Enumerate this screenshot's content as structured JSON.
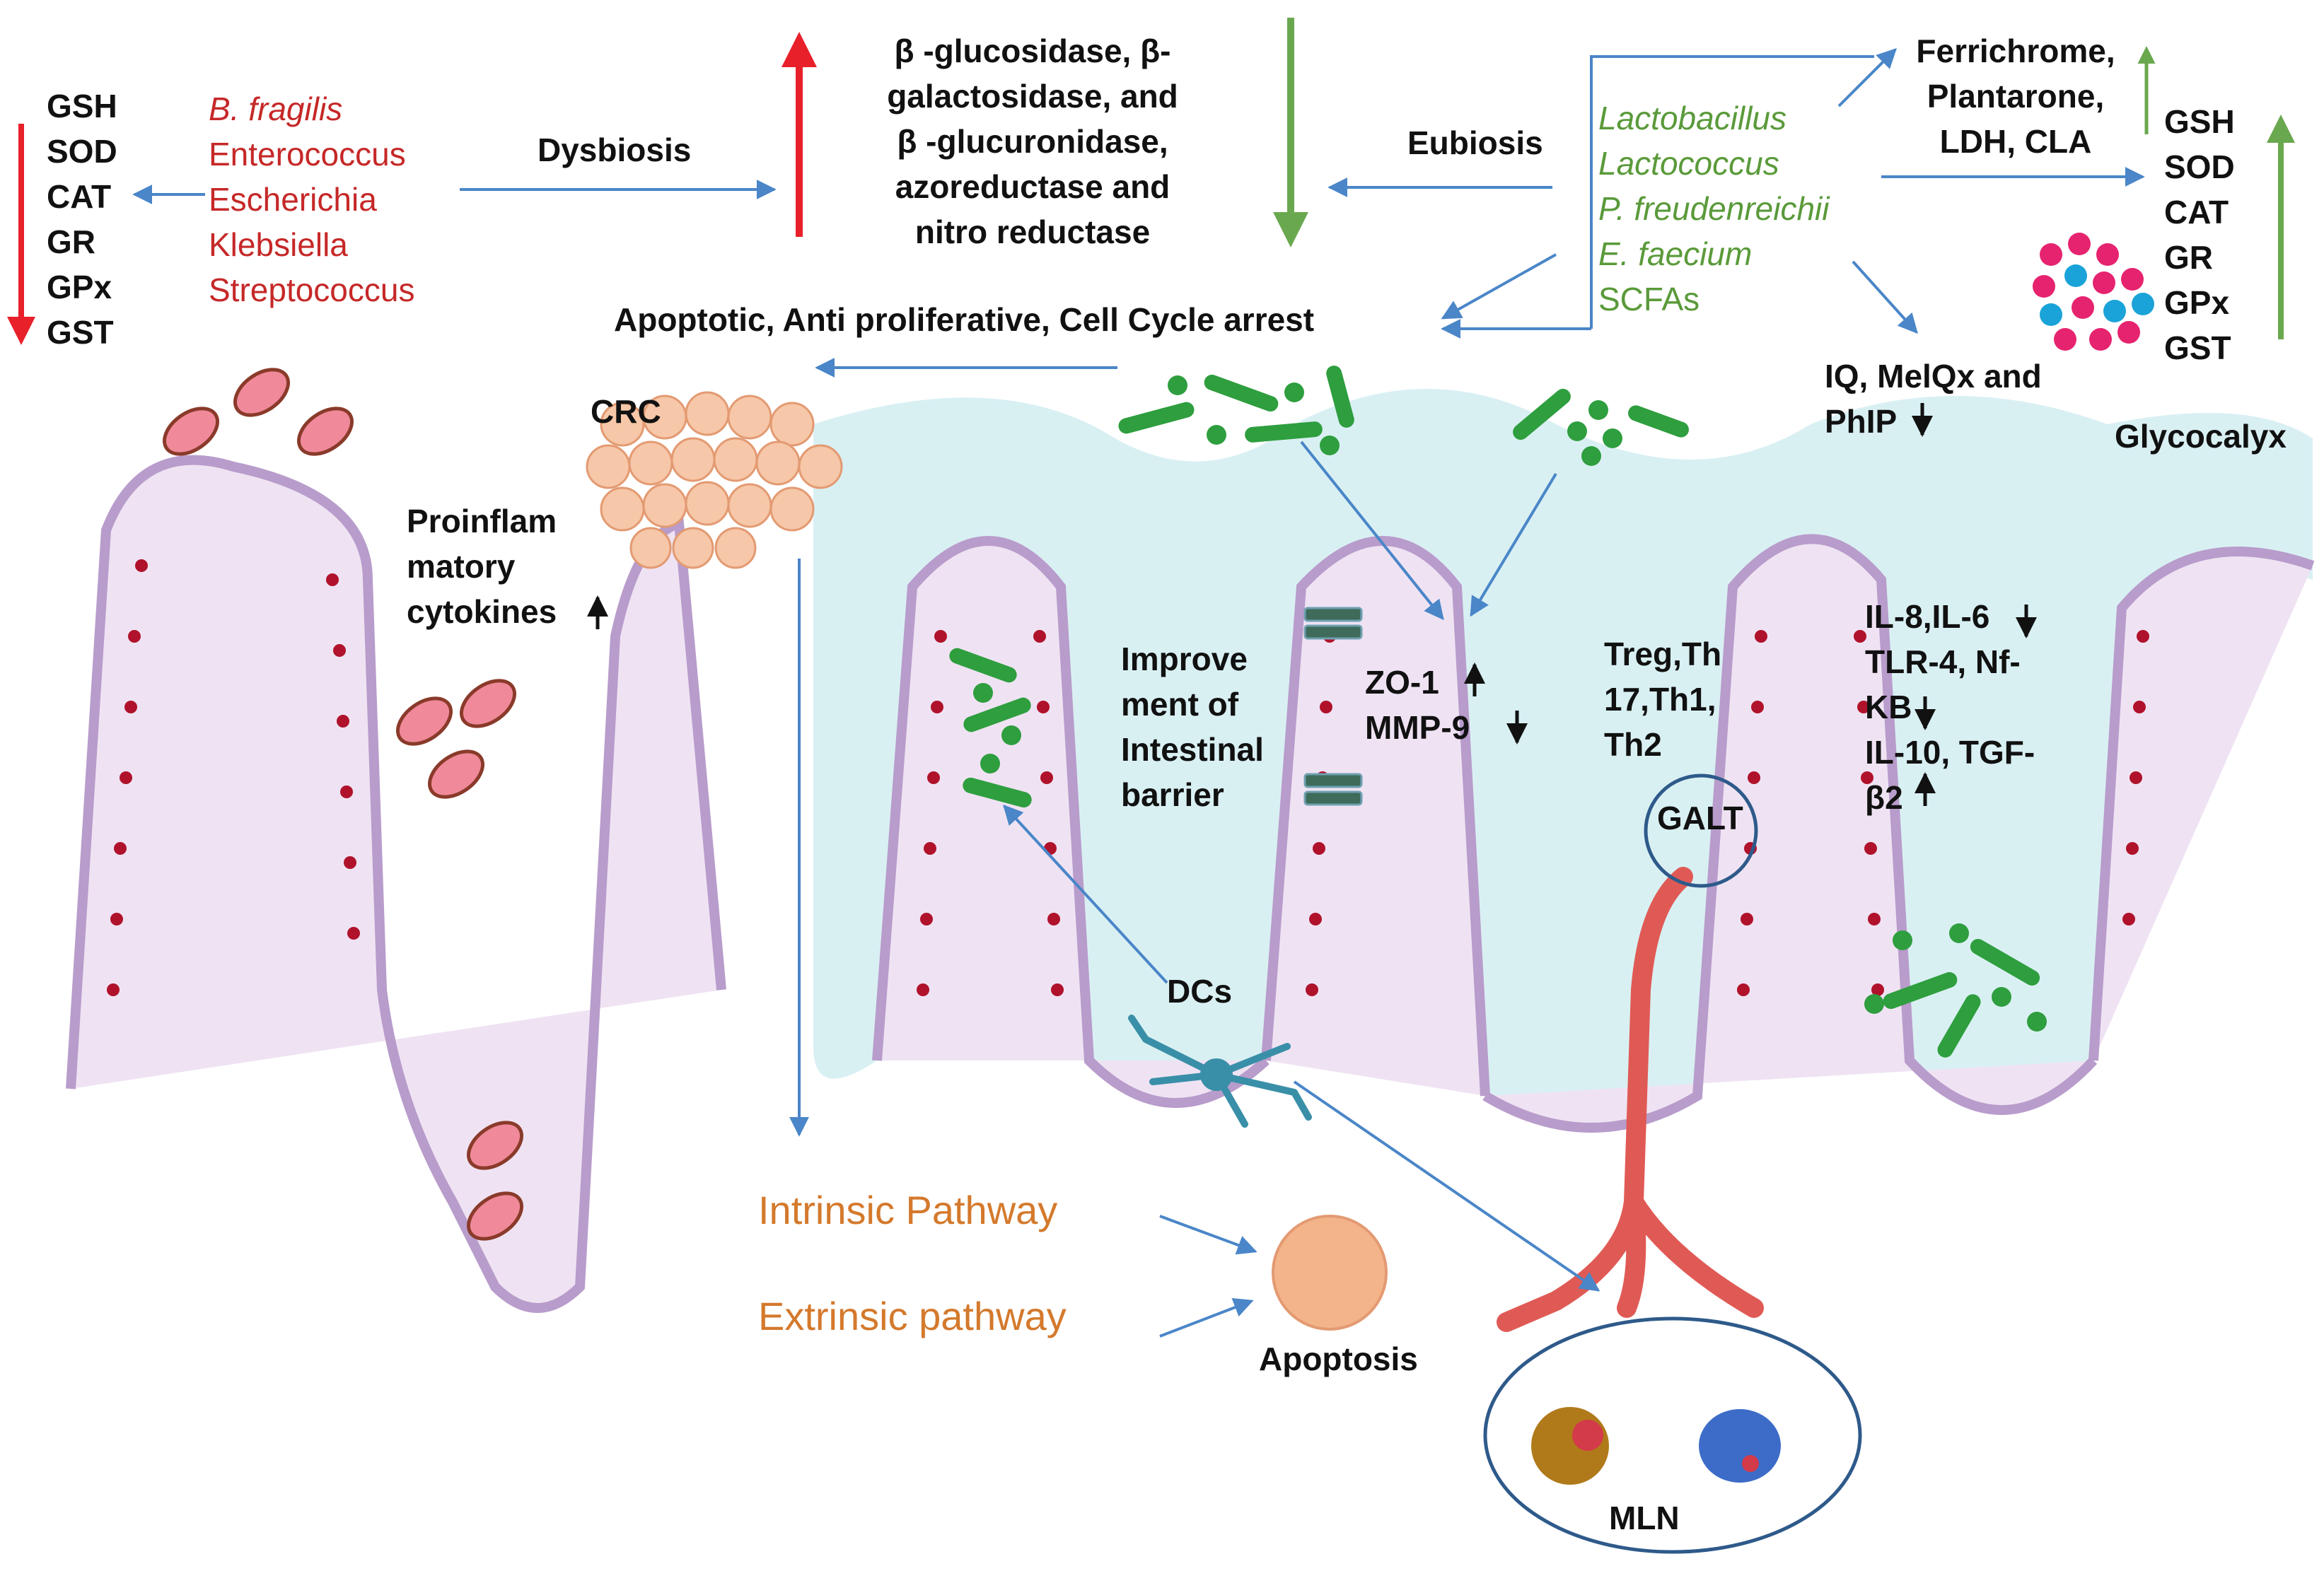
{
  "antioxidants_left": [
    "GSH",
    "SOD",
    "CAT",
    "GR",
    "GPx",
    "GST"
  ],
  "dysbiosis_bacteria": [
    "B. fragilis",
    "Enterococcus",
    "Escherichia",
    "Klebsiella",
    "Streptococcus"
  ],
  "dysbiosis_label": "Dysbiosis",
  "enzymes": [
    "β -glucosidase, β-",
    "galactosidase, and",
    "β -glucuronidase,",
    "azoreductase and",
    "nitro reductase"
  ],
  "eubiosis_label": "Eubiosis",
  "probiotics": [
    "Lactobacillus",
    "Lactococcus",
    "P. freudenreichii",
    "E. faecium",
    "SCFAs"
  ],
  "metabolites": [
    "Ferrichrome,",
    "Plantarone,",
    "LDH, CLA"
  ],
  "antioxidants_right": [
    "GSH",
    "SOD",
    "CAT",
    "GR",
    "GPx",
    "GST"
  ],
  "apoptotic_effects": "Apoptotic, Anti proliferative, Cell Cycle arrest",
  "mutagens": [
    "IQ, MelQx and",
    "PhIP"
  ],
  "glycocalyx": "Glycocalyx",
  "crc": "CRC",
  "proinflammatory": [
    "Proinflam",
    "matory",
    "cytokines"
  ],
  "barrier": [
    "Improve",
    "ment of",
    "Intestinal",
    "barrier"
  ],
  "zo1": "ZO-1",
  "mmp9": "MMP-9",
  "tcells": [
    "Treg,Th",
    "17,Th1,",
    "Th2"
  ],
  "cytokines_right": [
    "IL-8,IL-6",
    "TLR-4, Nf-",
    "KB",
    "IL-10, TGF-",
    "β2"
  ],
  "galt": "GALT",
  "dcs": "DCs",
  "intrinsic": "Intrinsic Pathway",
  "extrinsic": "Extrinsic pathway",
  "apoptosis": "Apoptosis",
  "mln": "MLN",
  "colors": {
    "up_red": "#e8202a",
    "down_green": "#6aa84f",
    "arrow_blue": "#4a86c8",
    "villus_fill": "#efe3f3",
    "villus_edge": "#b89ccb",
    "nucleus": "#b0122b",
    "lumen": "#d5eef2",
    "probiotic": "#2e9e3e",
    "vessel": "#e05a55"
  }
}
